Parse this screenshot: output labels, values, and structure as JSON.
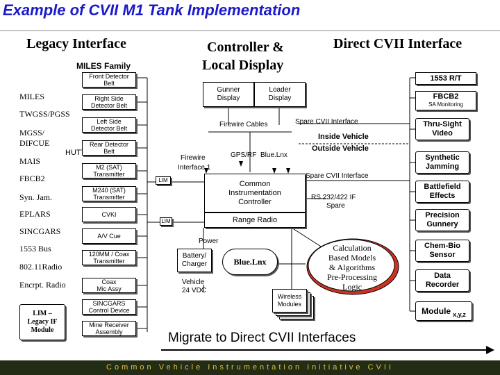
{
  "title": "Example of CVII M1 Tank Implementation",
  "sections": {
    "legacy": "Legacy Interface",
    "controller_line1": "Controller &",
    "controller_line2": "Local Display",
    "direct": "Direct CVII Interface",
    "miles_family": "MILES Family"
  },
  "legacy_labels": [
    "MILES",
    "TWGSS/PGSS",
    "MGSS/",
    "DIFCUE",
    "MAIS",
    "FBCB2",
    "Syn. Jam.",
    "EPLARS",
    "SINCGARS",
    "1553 Bus",
    "802.11Radio",
    "Encrpt. Radio"
  ],
  "hutt": "HUTT",
  "lim_legend": {
    "line1": "LIM –",
    "line2": "Legacy IF",
    "line3": "Module"
  },
  "legacy_boxes": [
    {
      "line1": "Front Detector",
      "line2": "Belt"
    },
    {
      "line1": "Right Side",
      "line2": "Detector Belt"
    },
    {
      "line1": "Left Side",
      "line2": "Detector Belt"
    },
    {
      "line1": "Rear Detector",
      "line2": "Belt"
    },
    {
      "line1": "M2 (SAT)",
      "line2": "Transmitter"
    },
    {
      "line1": "M240 (SAT)",
      "line2": "Transmitter"
    },
    {
      "line1": "CVKI",
      "line2": ""
    },
    {
      "line1": "A/V Cue",
      "line2": ""
    },
    {
      "line1": "120MM / Coax",
      "line2": "Transmitter"
    },
    {
      "line1": "Coax",
      "line2": "Mic Assy"
    },
    {
      "line1": "SINCGARS",
      "line2": "Control Device"
    },
    {
      "line1": "Mine Receiver",
      "line2": "Assembly"
    }
  ],
  "controller": {
    "gunner_display": {
      "line1": "Gunner",
      "line2": "Display"
    },
    "loader_display": {
      "line1": "Loader",
      "line2": "Display"
    },
    "firewire_cables": "Firewire Cables",
    "firewire_interface": {
      "line1": "Firewire",
      "line2": "Interface 1"
    },
    "gps_rf": "GPS/RF",
    "bluelnx_antenna": "Blue.Lnx",
    "lim": "LIM",
    "lim2": "LIM",
    "common_controller": {
      "line1": "Common",
      "line2": "Instrumentation",
      "line3": "Controller"
    },
    "range_radio": "Range Radio",
    "power": "Power",
    "battery": {
      "line1": "Battery/",
      "line2": "Charger"
    },
    "vehicle_power": {
      "line1": "Vehicle",
      "line2": "24 VDC"
    },
    "bluelnx": "Blue.Lnx",
    "wireless": {
      "line1": "Wireless",
      "line2": "Modules"
    },
    "calc": {
      "line1": "Calculation",
      "line2": "Based Models",
      "line3": "& Algorithms",
      "line4": "Pre-Processing",
      "line5": "Logic"
    },
    "spare_cvii_1": "Spare CVII Interface",
    "spare_cvii_2": "Spare CVII Interface",
    "inside_vehicle": "Inside Vehicle",
    "outside_vehicle": "Outside Vehicle",
    "rs232": {
      "line1": "RS 232/422 IF",
      "line2": "Spare"
    }
  },
  "direct_boxes": [
    {
      "line1": "1553 R/T",
      "line2": ""
    },
    {
      "line1": "FBCB2",
      "line2": "SA Monitoring"
    },
    {
      "line1": "Thru-Sight",
      "line2": "Video"
    },
    {
      "line1": "Synthetic",
      "line2": "Jamming"
    },
    {
      "line1": "Battlefield",
      "line2": "Effects"
    },
    {
      "line1": "Precision",
      "line2": "Gunnery"
    },
    {
      "line1": "Chem-Bio",
      "line2": "Sensor"
    },
    {
      "line1": "Data",
      "line2": "Recorder"
    }
  ],
  "module_xyz": {
    "main": "Module",
    "sub": "x,y,z"
  },
  "migrate": "Migrate to Direct CVII Interfaces",
  "footer": "Common Vehicle Instrumentation Initiative CVII",
  "colors": {
    "title": "#1a1acc",
    "footer_bg": "#232c14",
    "footer_text": "#e0c040",
    "calc_ellipse": "#cc3322"
  }
}
